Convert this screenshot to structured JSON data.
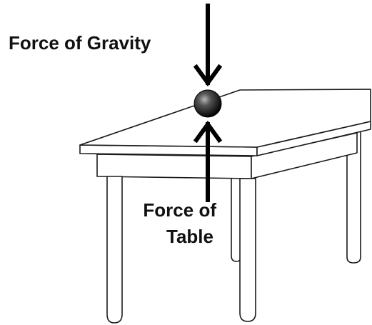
{
  "labels": {
    "gravity": "Force of Gravity",
    "table_line1": "Force of",
    "table_line2": "Table"
  },
  "colors": {
    "arrow": "#000000",
    "outline": "#1a1a1a",
    "table_fill": "#ffffff",
    "ball_dark": "#0a0a0a",
    "ball_light": "#9a9a9a"
  },
  "icons": {
    "ball": "ball-icon",
    "gravity_arrow": "arrow-down-icon",
    "table_arrow": "arrow-up-icon"
  }
}
